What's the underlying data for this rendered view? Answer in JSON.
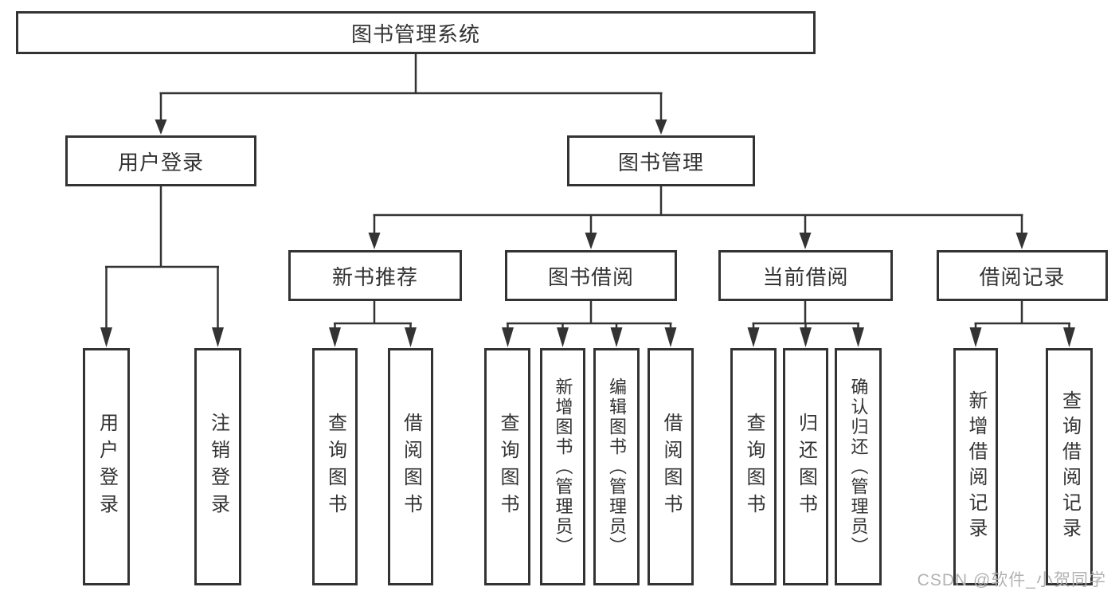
{
  "colors": {
    "line": "#333333",
    "box_border": "#333333",
    "box_fill": "#ffffff",
    "text": "#333333",
    "watermark_text": "#b2b2b2",
    "background": "#ffffff"
  },
  "watermark": {
    "text": "CSDN @软件_小贺同学"
  },
  "tree": {
    "label": "图书管理系统",
    "children": [
      {
        "label": "用户登录",
        "children": [
          {
            "label": "用户登录"
          },
          {
            "label": "注销登录"
          }
        ]
      },
      {
        "label": "图书管理",
        "children": [
          {
            "label": "新书推荐",
            "children": [
              {
                "label": "查询图书"
              },
              {
                "label": "借阅图书"
              }
            ]
          },
          {
            "label": "图书借阅",
            "children": [
              {
                "label": "查询图书"
              },
              {
                "label": "新增图书（管理员）"
              },
              {
                "label": "编辑图书（管理员）"
              },
              {
                "label": "借阅图书"
              }
            ]
          },
          {
            "label": "当前借阅",
            "children": [
              {
                "label": "查询图书"
              },
              {
                "label": "归还图书"
              },
              {
                "label": "确认归还（管理员）"
              }
            ]
          },
          {
            "label": "借阅记录",
            "children": [
              {
                "label": "新增借阅记录"
              },
              {
                "label": "查询借阅记录"
              }
            ]
          }
        ]
      }
    ]
  }
}
